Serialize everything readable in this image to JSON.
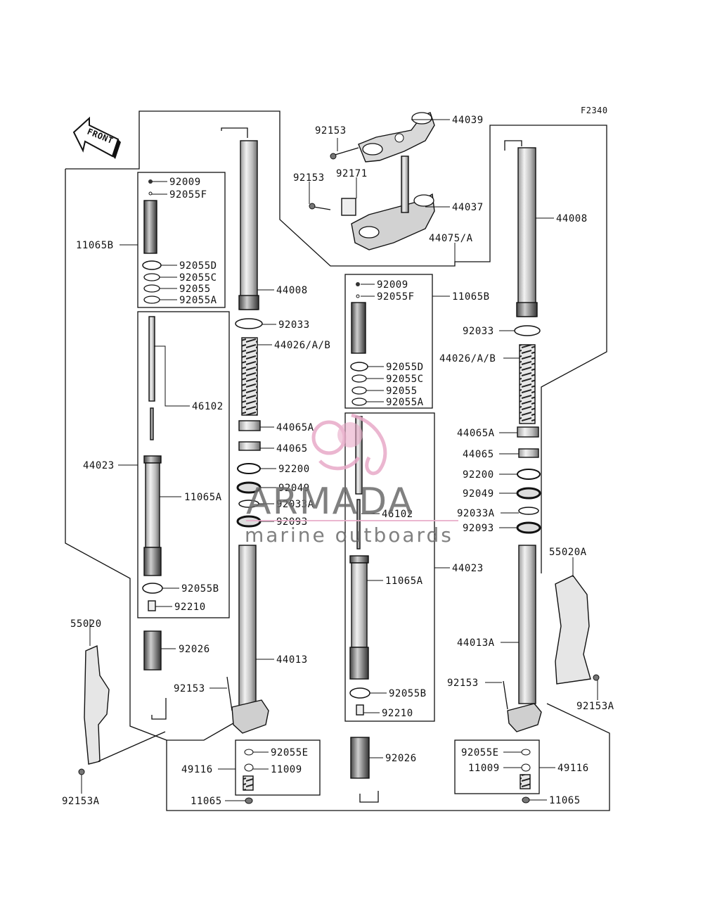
{
  "figure_code": "F2340",
  "front_arrow": "FRONT",
  "watermark": {
    "brand": "ARMADA",
    "tagline": "marine outboards",
    "accent_color": "#e8aac8",
    "text_color": "#6b6b6b"
  },
  "labels": {
    "l44039": "44039",
    "l92153_top": "92153",
    "l92171": "92171",
    "l92153_mid": "92153",
    "l44037": "44037",
    "l44075A": "44075/A",
    "l44008_r": "44008",
    "lb_92009": "92009",
    "lb_92055F": "92055F",
    "lb_11065B": "11065B",
    "lb_92055D": "92055D",
    "lb_92055C": "92055C",
    "lb_92055": "92055",
    "lb_92055A": "92055A",
    "l_46102": "46102",
    "l_44023": "44023",
    "l_11065A": "11065A",
    "l_92055B": "92055B",
    "l_92210": "92210",
    "l_92026": "92026",
    "l_55020": "55020",
    "l_92153A_l": "92153A",
    "c_44008": "44008",
    "c_92033": "92033",
    "c_44026": "44026/A/B",
    "c_44065A": "44065A",
    "c_44065": "44065",
    "c_92200": "92200",
    "c_92049": "92049",
    "c_92033A": "92033A",
    "c_92093": "92093",
    "c_44013": "44013",
    "c_92153": "92153",
    "c_92055E": "92055E",
    "c_11009": "11009",
    "c_49116": "49116",
    "c_11065": "11065",
    "m_92009": "92009",
    "m_92055F": "92055F",
    "m_11065B": "11065B",
    "m_92055D": "92055D",
    "m_92055C": "92055C",
    "m_92055": "92055",
    "m_92055A": "92055A",
    "m_46102": "46102",
    "m_44023": "44023",
    "m_11065A": "11065A",
    "m_92055B": "92055B",
    "m_92210": "92210",
    "m_92026": "92026",
    "r_92033": "92033",
    "r_44026": "44026/A/B",
    "r_44065A": "44065A",
    "r_44065": "44065",
    "r_92200": "92200",
    "r_92049": "92049",
    "r_92033A": "92033A",
    "r_92093": "92093",
    "r_55020A": "55020A",
    "r_44013A": "44013A",
    "r_92153": "92153",
    "r_92153A": "92153A",
    "r_92055E": "92055E",
    "r_11009": "11009",
    "r_49116": "49116",
    "r_11065": "11065"
  }
}
